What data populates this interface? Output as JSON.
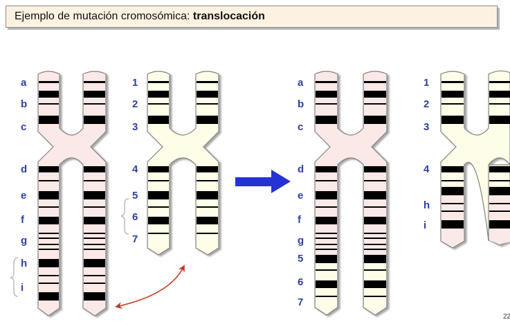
{
  "title": {
    "prefix": "Ejemplo de mutación cromosómica: ",
    "bold": "translocación"
  },
  "colors": {
    "label": "#2e3f9e",
    "band": "#000000",
    "pink_chromatid": "#fbe9e7",
    "cream_chromatid": "#fdfde8",
    "arrow_blue": "#2432d6",
    "curve_red": "#c0391f"
  },
  "labels": {
    "original_pink": [
      "a",
      "b",
      "c",
      "d",
      "e",
      "f",
      "g",
      "h",
      "i"
    ],
    "original_cream": [
      "1",
      "2",
      "3",
      "4",
      "5",
      "6",
      "7"
    ],
    "result_pink": [
      "a",
      "b",
      "c",
      "d",
      "e",
      "f",
      "g",
      "5",
      "6",
      "7"
    ],
    "result_cream": [
      "1",
      "2",
      "3",
      "4",
      "h",
      "i"
    ]
  },
  "page_number": "22"
}
